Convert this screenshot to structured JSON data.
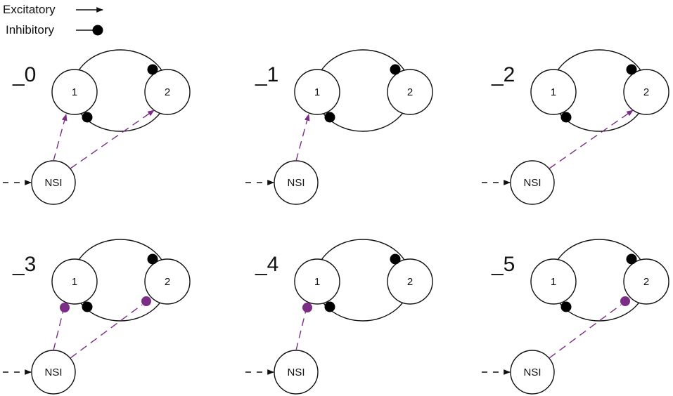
{
  "legend": {
    "excitatory_label": "Excitatory",
    "inhibitory_label": "Inhibitory"
  },
  "colors": {
    "neuron_stroke": "#111111",
    "inhibitory_dot": "#000000",
    "nsi_projection": "#7b2d86"
  },
  "panels": [
    {
      "label": "_0",
      "node1": "1",
      "node2": "2",
      "nsi": "NSI",
      "nsi_to_1": "excitatory",
      "nsi_to_2": "excitatory"
    },
    {
      "label": "_1",
      "node1": "1",
      "node2": "2",
      "nsi": "NSI",
      "nsi_to_1": "excitatory",
      "nsi_to_2": "none"
    },
    {
      "label": "_2",
      "node1": "1",
      "node2": "2",
      "nsi": "NSI",
      "nsi_to_1": "none",
      "nsi_to_2": "excitatory"
    },
    {
      "label": "_3",
      "node1": "1",
      "node2": "2",
      "nsi": "NSI",
      "nsi_to_1": "inhibitory",
      "nsi_to_2": "inhibitory"
    },
    {
      "label": "_4",
      "node1": "1",
      "node2": "2",
      "nsi": "NSI",
      "nsi_to_1": "inhibitory",
      "nsi_to_2": "none"
    },
    {
      "label": "_5",
      "node1": "1",
      "node2": "2",
      "nsi": "NSI",
      "nsi_to_1": "none",
      "nsi_to_2": "inhibitory"
    }
  ]
}
